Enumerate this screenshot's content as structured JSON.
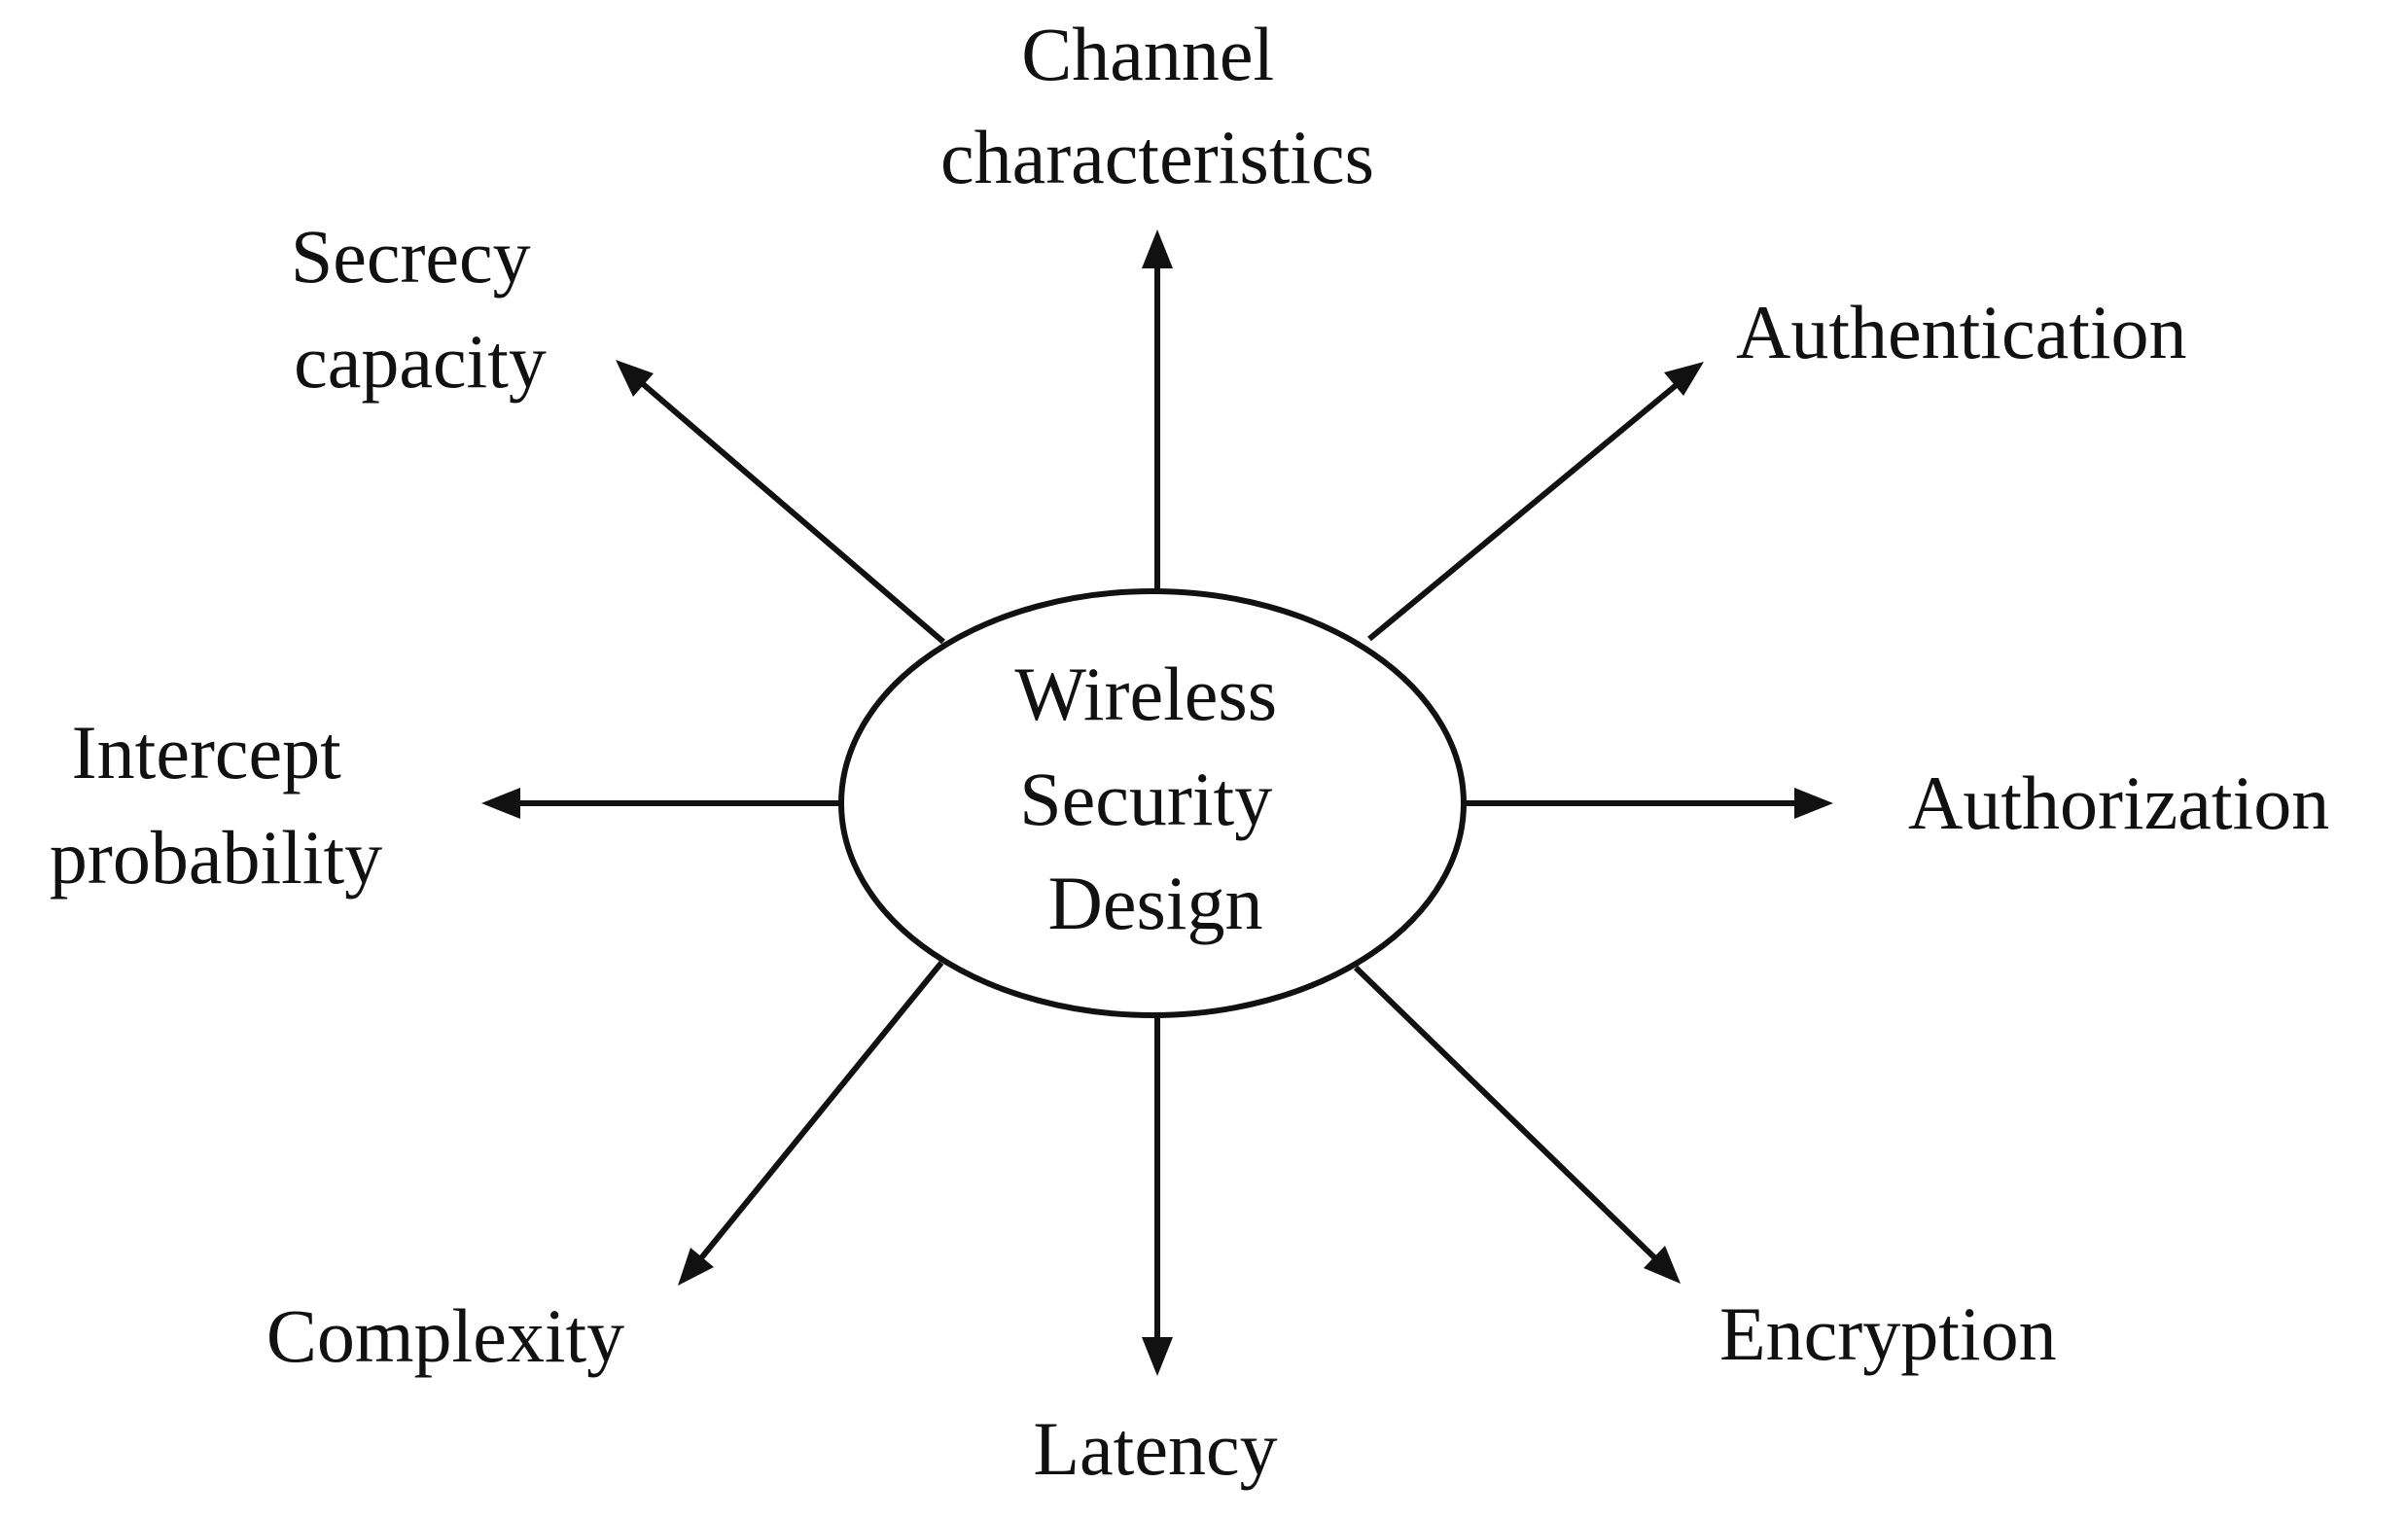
{
  "center": {
    "lines": [
      "Wireless",
      "Security",
      "Design"
    ]
  },
  "nodes": [
    {
      "id": "channel-characteristics",
      "lines": [
        "Channel",
        "characteristics"
      ]
    },
    {
      "id": "authentication",
      "lines": [
        "Authentication"
      ]
    },
    {
      "id": "authorization",
      "lines": [
        "Authorization"
      ]
    },
    {
      "id": "encryption",
      "lines": [
        "Encryption"
      ]
    },
    {
      "id": "latency",
      "lines": [
        "Latency"
      ]
    },
    {
      "id": "complexity",
      "lines": [
        "Complexity"
      ]
    },
    {
      "id": "intercept-probability",
      "lines": [
        "Intercept",
        "probability"
      ]
    },
    {
      "id": "secrecy-capacity",
      "lines": [
        "Secrecy",
        "capacity"
      ]
    }
  ],
  "colors": {
    "line": "#111111",
    "text": "#111111",
    "background": "#ffffff"
  }
}
